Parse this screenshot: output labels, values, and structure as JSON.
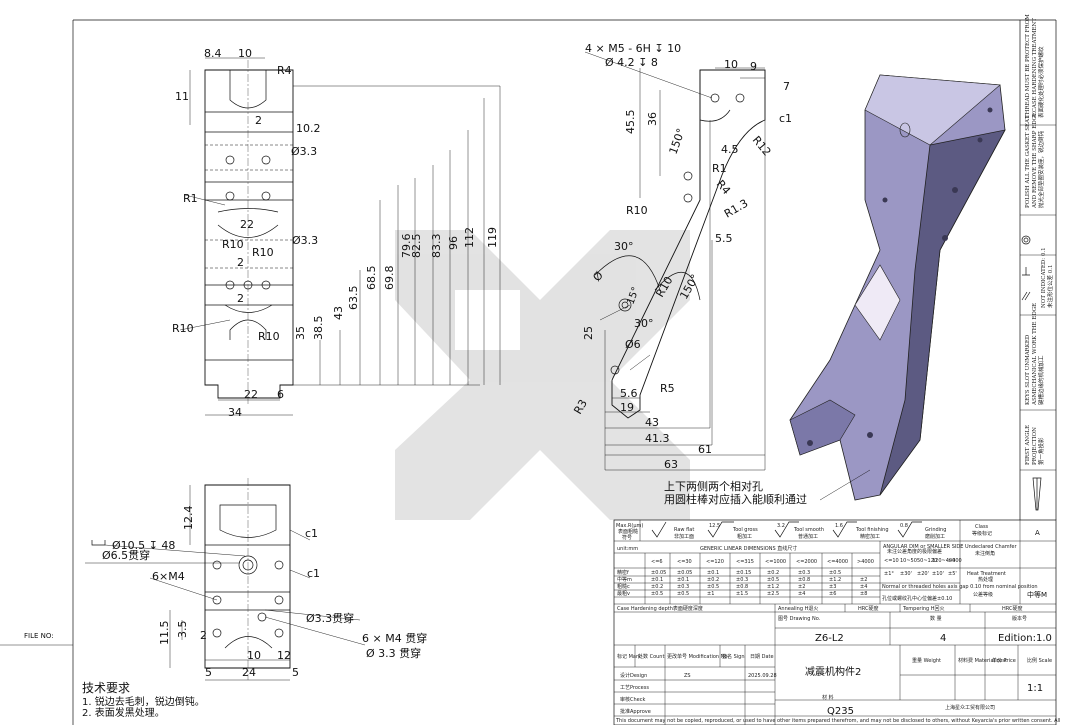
{
  "file_no_label": "FILE NO:",
  "side_notes": [
    "THREAD MUST BE PROTECT FROM",
    "A CASE HARDENING TREATMENT",
    "表面硬化处理时必须保护螺纹",
    "POLISH ALL THE GASKET SEAT",
    "AND REMOVE THE SHARP EDGE",
    "抛光全部垫圈安装座，锐边倒钝",
    "KEYS SLOT UNMARKED",
    "ASMECHANICAL WORK THE EDGE",
    "键槽边缘的机械加工",
    "FIRST ANGLE",
    "PROJECTION",
    "第一角投影",
    "NOT INDICATED: 0.1",
    "未注形位公差 0.1"
  ],
  "views": {
    "top_left": {
      "dims": [
        "8.4",
        "10",
        "R4",
        "11",
        "2",
        "10.2",
        "Ø3.3",
        "R1",
        "22",
        "R10",
        "R10",
        "Ø3.3",
        "2",
        "2",
        "R10",
        "R10",
        "35",
        "38.5",
        "43",
        "63.5",
        "68.5",
        "69.8",
        "79.6",
        "82.5",
        "83.3",
        "96",
        "112",
        "119",
        "22",
        "6",
        "34"
      ]
    },
    "middle": {
      "thread_note_line1": "4 × M5 - 6H ↧ 10",
      "thread_note_line2": "Ø 4.2 ↧ 8",
      "dims": [
        "10",
        "9",
        "7",
        "45.5",
        "36",
        "150°",
        "c1",
        "4.5",
        "R12",
        "R1",
        "R4",
        "R10",
        "R1.3",
        "5.5",
        "30°",
        "R10",
        "150°",
        "Ø",
        "25",
        "30°",
        "Ø6",
        "R5",
        "R3",
        "5.6",
        "19",
        "43",
        "41.3",
        "61",
        "63",
        "15°"
      ]
    },
    "bottom_left": {
      "counterbore_note": "Ø10.5 ↧ 48",
      "thru_note": "Ø6.5贯穿",
      "thread_note": "6×M4",
      "chamfer_1": "c1",
      "chamfer_2": "c1",
      "thru_note_2": "Ø3.3贯穿",
      "m4_line1": "6 × M4 贯穿",
      "m4_line2": "Ø 3.3 贯穿",
      "dims": [
        "12.4",
        "11.5",
        "3.5",
        "2",
        "5",
        "10",
        "12",
        "5",
        "24"
      ]
    }
  },
  "assembly_note_line1": "上下两侧两个相对孔",
  "assembly_note_line2": "用圆柱棒对应插入能顺利通过",
  "tech_req": {
    "title": "技术要求",
    "items": [
      "1.   锐边去毛刺，锐边倒钝。",
      "2.   表面发黑处理。"
    ]
  },
  "title_block": {
    "roughness_header": [
      "Max.R(μm)",
      "表面粗糙",
      "符号"
    ],
    "finishes": [
      {
        "value": "",
        "en": "Raw flat",
        "zh": "非加工面"
      },
      {
        "value": "12.5",
        "en": "Tool gross",
        "zh": "粗加工"
      },
      {
        "value": "3.2",
        "en": "Tool smooth",
        "zh": "普通加工"
      },
      {
        "value": "1.6",
        "en": "Tool finishing",
        "zh": "精密加工"
      },
      {
        "value": "0.8",
        "en": "Grinding",
        "zh": "磨削加工"
      }
    ],
    "class_label": "Class",
    "class_label_zh": "等级标记",
    "class_value": "A",
    "unit_label": "unit:mm",
    "general_dim_header": "GENERIC LINEAR DIMENSIONS 直线尺寸",
    "angular_header": "ANGULAR DIM  or SMALLER SIDE",
    "angular_header_zh": "未注公差角度的极限偏差",
    "size_ranges": [
      "<=6",
      "<=30",
      "<=120",
      "<=315",
      "<=1000",
      "<=2000",
      "<=4000",
      ">4000"
    ],
    "angle_ranges": [
      "<=10",
      "10~50",
      "50~120",
      "120~400",
      ">400"
    ],
    "tolerance_rows": [
      {
        "label": "精密f",
        "values": [
          "±0.05",
          "±0.05",
          "±0.1",
          "±0.15",
          "±0.2",
          "±0.3",
          "±0.5",
          ""
        ]
      },
      {
        "label": "中等m",
        "values": [
          "±0.1",
          "±0.1",
          "±0.2",
          "±0.3",
          "±0.5",
          "±0.8",
          "±1.2",
          "±2"
        ]
      },
      {
        "label": "粗糙c",
        "values": [
          "±0.2",
          "±0.3",
          "±0.5",
          "±0.8",
          "±1.2",
          "±2",
          "±3",
          "±4"
        ]
      },
      {
        "label": "最粗v",
        "values": [
          "±0.5",
          "±0.5",
          "±1",
          "±1.5",
          "±2.5",
          "±4",
          "±6",
          "±8"
        ]
      }
    ],
    "angle_values": [
      "±1°",
      "±30'",
      "±20'",
      "±10'",
      "±5'"
    ],
    "undeclared_chamfer": "Undeclared Chamfer",
    "undeclared_chamfer_zh": "未注倒角",
    "heat_treatment": "Heat Treatment",
    "heat_treatment_zh": "热处理",
    "public_grade_label": "公差等级",
    "public_grade_value": "中等M",
    "normal_thread_note": "Normal or threaded holes axis gap 0.10 from nominal position",
    "normal_thread_note_zh": "孔位或螺纹孔中心位偏差±0.10",
    "case_hardening": "Case Hardening depth表面硬度深度",
    "annealing": "Annealing H退火",
    "hrc1": "HRC硬度",
    "tempering": "Tempering H回火",
    "hrc2": "HRC硬度",
    "drawing_no_label": "图号 Drawing No.",
    "drawing_no": "Z6-L2",
    "qty_label": "数 量",
    "qty": "4",
    "version_label": "版本号",
    "version": "Edition:1.0",
    "rev_headers": [
      "标记 Mark",
      "处数 Count",
      "更改单号 Modification No.",
      "签名 Sign",
      "日期 Date"
    ],
    "part_name": "减震机构件2",
    "weight_label": "重量 Weight",
    "material_cost_label": "材料费 Material cost",
    "price_label": "单价 Price",
    "scale_label": "比例 Scale",
    "scale": "1:1",
    "design_label": "设计Design",
    "designer": "ZS",
    "design_date": "2025.09.28",
    "process_label": "工艺Process",
    "check_label": "审核Check",
    "approve_label": "批准Approve",
    "material_label": "材 料",
    "material": "Q235",
    "company": "上海星众工贸有限公司",
    "disclaimer": "This document may not be copied, reproduced, or used to have other items prepared therefrom, and may not be disclosed to others, without Keyarcia's prior written consent. All"
  }
}
